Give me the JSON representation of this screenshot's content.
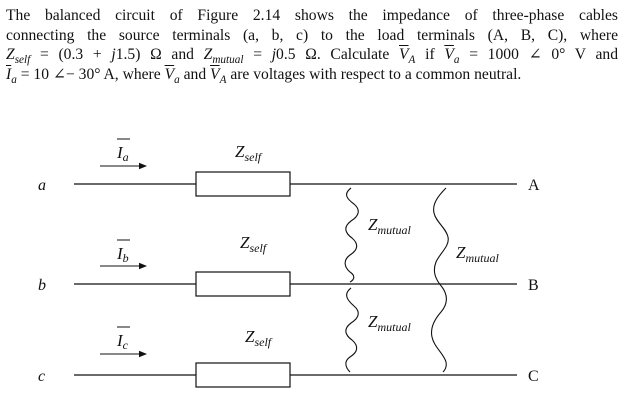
{
  "problem": {
    "line1": "The balanced circuit of Figure 2.14 shows the impedance of three-phase cables",
    "line2": "connecting the source terminals (a, b, c) to the load terminals (A, B, C), where",
    "line3": {
      "z": "Z",
      "self_sub": "self",
      "eq1": " = (0.3 + ",
      "j1": "j",
      "after_j1": "1.5) Ω and ",
      "z2": "Z",
      "mutual_sub": "mutual",
      "eq2": " = ",
      "j2": "j",
      "after_j2": "0.5 Ω. Calculate ",
      "va_cap": "V",
      "va_cap_sub": "A",
      "if_word": " if ",
      "va_low": "V",
      "va_low_sub": "a",
      "eq3": " = 1000 ∠ 0° V and"
    },
    "line4": {
      "i": "I",
      "i_sub": "a",
      "eq": " = 10 ∠− 30° A, where ",
      "v1": "V",
      "v1_sub": "a",
      "and_word": " and ",
      "v2": "V",
      "v2_sub": "A",
      "tail": " are voltages with respect to a common neutral."
    }
  },
  "diagram": {
    "source_labels": [
      "a",
      "b",
      "c"
    ],
    "load_labels": [
      "A",
      "B",
      "C"
    ],
    "current_symbol": "I",
    "current_subs": [
      "a",
      "b",
      "c"
    ],
    "z_symbol": "Z",
    "self_sub": "self",
    "mutual_sub": "mutual"
  }
}
